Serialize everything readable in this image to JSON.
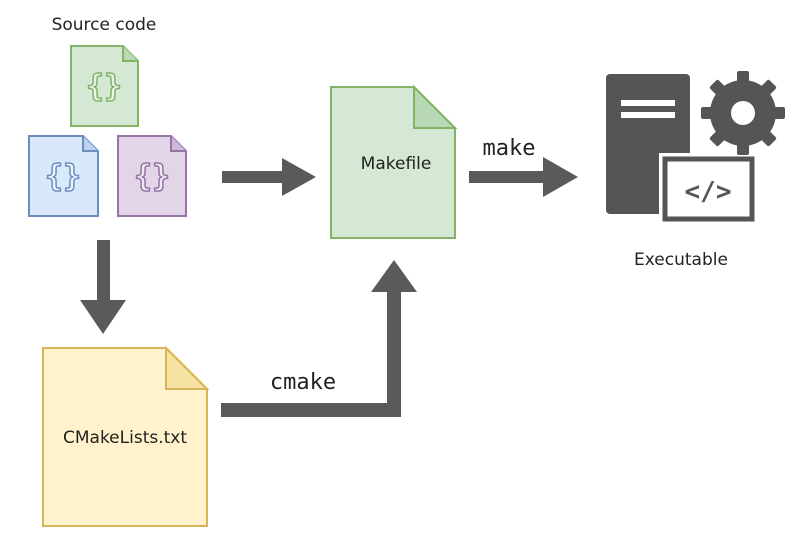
{
  "labels": {
    "source_code": "Source code",
    "makefile": "Makefile",
    "cmakelists": "CMakeLists.txt",
    "executable": "Executable",
    "make": "make",
    "cmake": "cmake"
  },
  "icons": {
    "source_file": "curly-braces-file-icon",
    "server": "server-tower-icon",
    "gear": "gear-icon",
    "code": "code-window-icon"
  },
  "colors": {
    "arrow": "#5a5a5a",
    "green_fill": "#d5e8d4",
    "green_stroke": "#82b366",
    "blue_fill": "#dae8fc",
    "blue_stroke": "#6c8ebf",
    "purple_fill": "#e1d5e7",
    "purple_stroke": "#9673a6",
    "yellow_fill": "#fff2cc",
    "yellow_stroke": "#d6b656",
    "server": "#555555"
  }
}
